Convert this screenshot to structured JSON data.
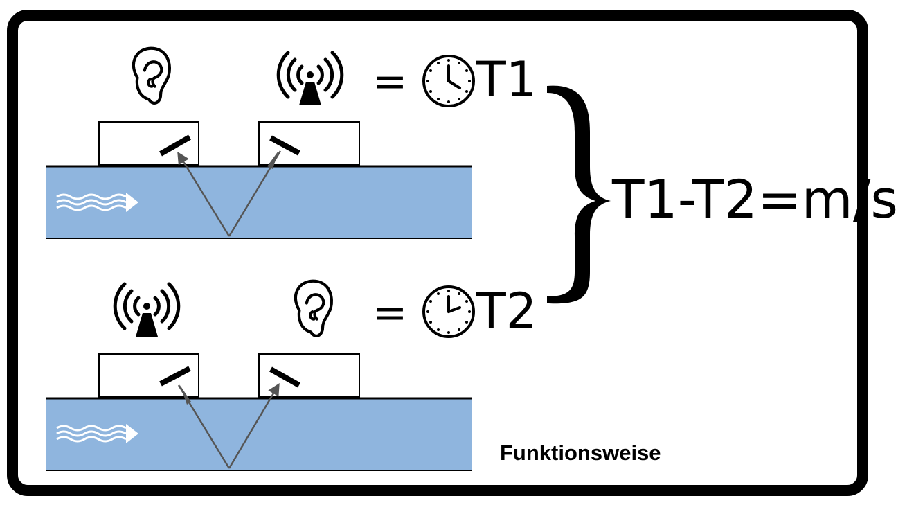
{
  "diagram": {
    "top_row": {
      "left_icon": "ear-icon",
      "right_icon": "transmitter-icon",
      "equals": "=",
      "clock_icon": "clock-icon",
      "time_label": "T1"
    },
    "bottom_row": {
      "left_icon": "transmitter-icon",
      "right_icon": "ear-icon",
      "equals": "=",
      "clock_icon": "clock-icon",
      "time_label": "T2"
    },
    "formula": "T1-T2=m/s",
    "caption": "Funktionsweise",
    "colors": {
      "water": "#8fb5de",
      "border": "#000000",
      "ray": "#555555"
    },
    "flow_icon": "flow-arrow-icon"
  }
}
